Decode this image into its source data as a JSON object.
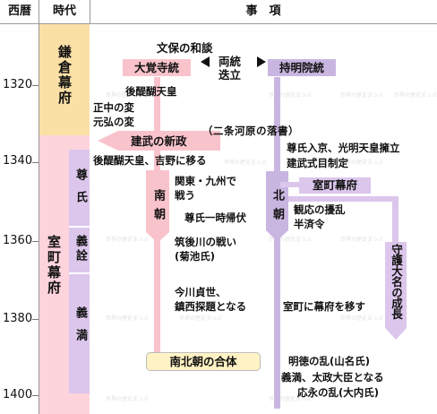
{
  "header": {
    "col_year": "西暦",
    "col_era": "時代",
    "col_events": "事　項"
  },
  "years": [
    "1320",
    "1340",
    "1360",
    "1380",
    "1400"
  ],
  "eras": {
    "kamakura": "鎌倉幕府",
    "muromachi": "室町幕府",
    "takauji": "尊氏",
    "yoshiakira": "義詮",
    "yoshimitsu": "義満"
  },
  "lines": {
    "daikakuji": "大覚寺統",
    "jimyoin": "持明院統",
    "north_court": "北朝",
    "south_court": "南朝",
    "shugo": "守護大名の成長"
  },
  "events": {
    "bunpo": "文保の和談",
    "ryoto_1": "両統",
    "ryoto_2": "迭立",
    "godaigo": "後醍醐天皇",
    "shochu": "正中の変",
    "genko": "元弘の変",
    "kenmu": "建武の新政",
    "nijogawara": "（二条河原の落書）",
    "yoshino": "後醍醐天皇、吉野に移る",
    "takauji_kyoto": "尊氏入京、光明天皇擁立",
    "kenmu_shikimoku": "建武式目制定",
    "bakufu": "室町幕府",
    "kanto_1": "関東・九州で",
    "kanto_2": "戦う",
    "return": "尊氏一時帰伏",
    "kanno": "観応の擾乱",
    "hanzei": "半済令",
    "chikugo_1": "筑後川の戦い",
    "chikugo_2": "(菊池氏)",
    "imagawa_1": "今川貞世、",
    "imagawa_2": "鎮西探題となる",
    "move": "室町に幕府を移す",
    "unify": "南北朝の合体",
    "meitoku": "明徳の乱(山名氏)",
    "yoshimitsu_1": "義満、太政大臣となる",
    "oei": "応永の乱(大内氏)"
  },
  "watermark": "世界の歴史まっぷ",
  "colors": {
    "kamakura": "#fbe0a6",
    "muromachi": "#fdd3dc",
    "shogun": "#dcc6ec",
    "south": "#f9c3cc",
    "north": "#c9b6e0",
    "north_line": "#b59ad8",
    "unify_box": "#fff2c4"
  }
}
